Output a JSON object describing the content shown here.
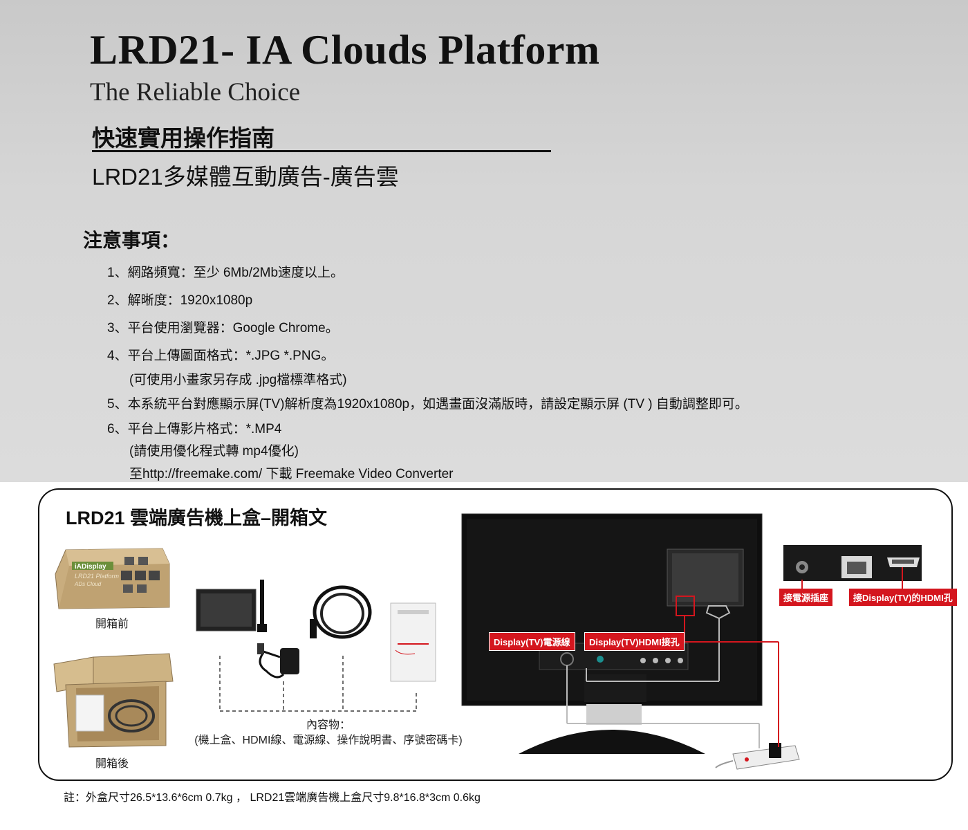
{
  "header": {
    "title": "LRD21- IA Clouds Platform",
    "subtitle": "The Reliable Choice",
    "guide_title": "快速實用操作指南",
    "guide_subtitle": "LRD21多媒體互動廣告-廣告雲"
  },
  "notes": {
    "heading": "注意事項：",
    "items": [
      "1、網路頻寬：至少 6Mb/2Mb速度以上。",
      "2、解晰度：1920x1080p",
      "3、平台使用瀏覽器：Google Chrome。",
      "4、平台上傳圖面格式：*.JPG *.PNG。",
      "(可使用小畫家另存成 .jpg檔標準格式)",
      "5、本系統平台對應顯示屏(TV)解析度為1920x1080p，如遇畫面沒滿版時，請設定顯示屏 (TV ) 自動調整即可。",
      "6、平台上傳影片格式：*.MP4",
      "(請使用優化程式轉 mp4優化)",
      "至http://freemake.com/ 下載 Freemake Video Converter"
    ]
  },
  "unboxing": {
    "title": "LRD21 雲端廣告機上盒–開箱文",
    "before_caption": "開箱前",
    "after_caption": "開箱後",
    "contents_label": "內容物：",
    "contents_list": "(機上盒、HDMI線、電源線、操作說明書、序號密碼卡)",
    "box_print_brand": "iADisplay",
    "box_print_line1": "LRD21 Platform",
    "box_print_line2": "ADs Cloud",
    "tags": {
      "power_cable": "Display(TV)電源線",
      "hdmi_port": "Display(TV)HDMI接孔",
      "power_socket": "接電源插座",
      "hdmi_to_tv": "接Display(TV)的HDMI孔"
    }
  },
  "footer": {
    "note": "註：外盒尺寸26.5*13.6*6cm 0.7kg  ，  LRD21雲端廣告機上盒尺寸9.8*16.8*3cm 0.6kg"
  },
  "colors": {
    "accent_red": "#d4161e",
    "header_bg": "#d6d6d6",
    "cardboard": "#c9ad7e"
  }
}
